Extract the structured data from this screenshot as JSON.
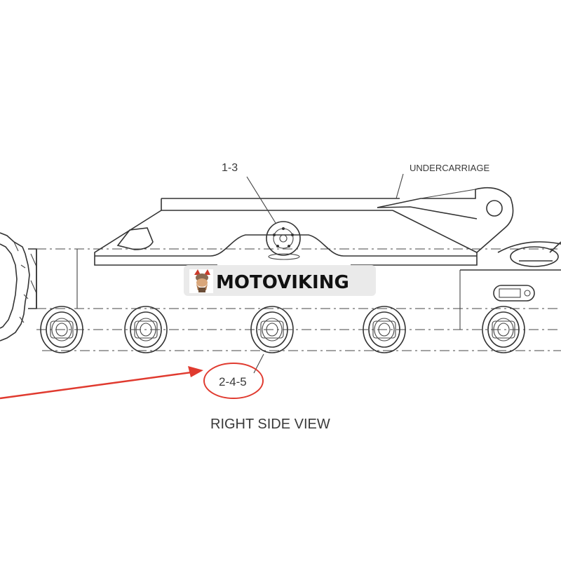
{
  "callouts": {
    "assembly": "1-3",
    "undercarriage": "UNDERCARRIAGE",
    "roller": "2-4-5"
  },
  "view_title": "RIGHT SIDE VIEW",
  "watermark": {
    "brand": "MOTOVIKING"
  },
  "colors": {
    "highlight": "#e03a2f",
    "line": "#333333"
  },
  "icons": [
    "viking-mascot-icon",
    "highlight-arrow-icon",
    "highlight-ellipse-icon"
  ]
}
